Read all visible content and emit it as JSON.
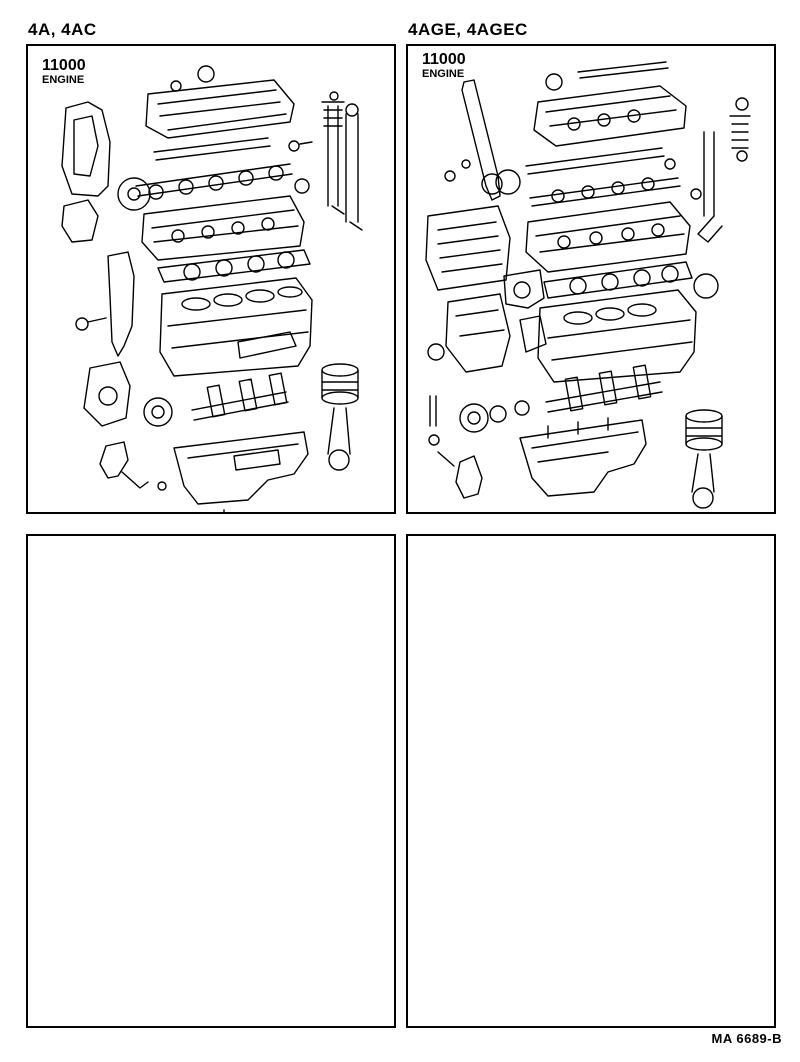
{
  "header": {
    "left_title": "4A,  4AC",
    "right_title": "4AGE, 4AGEC"
  },
  "panels": [
    {
      "code": "11000",
      "name": "ENGINE",
      "illustration": "engine-exploded-view"
    },
    {
      "code": "11000",
      "name": "ENGINE",
      "illustration": "engine-exploded-view"
    },
    {
      "code": "",
      "name": "",
      "illustration": ""
    },
    {
      "code": "",
      "name": "",
      "illustration": ""
    }
  ],
  "footer": {
    "ref": "MA  6689-B"
  },
  "colors": {
    "ink": "#000000",
    "paper": "#ffffff"
  }
}
